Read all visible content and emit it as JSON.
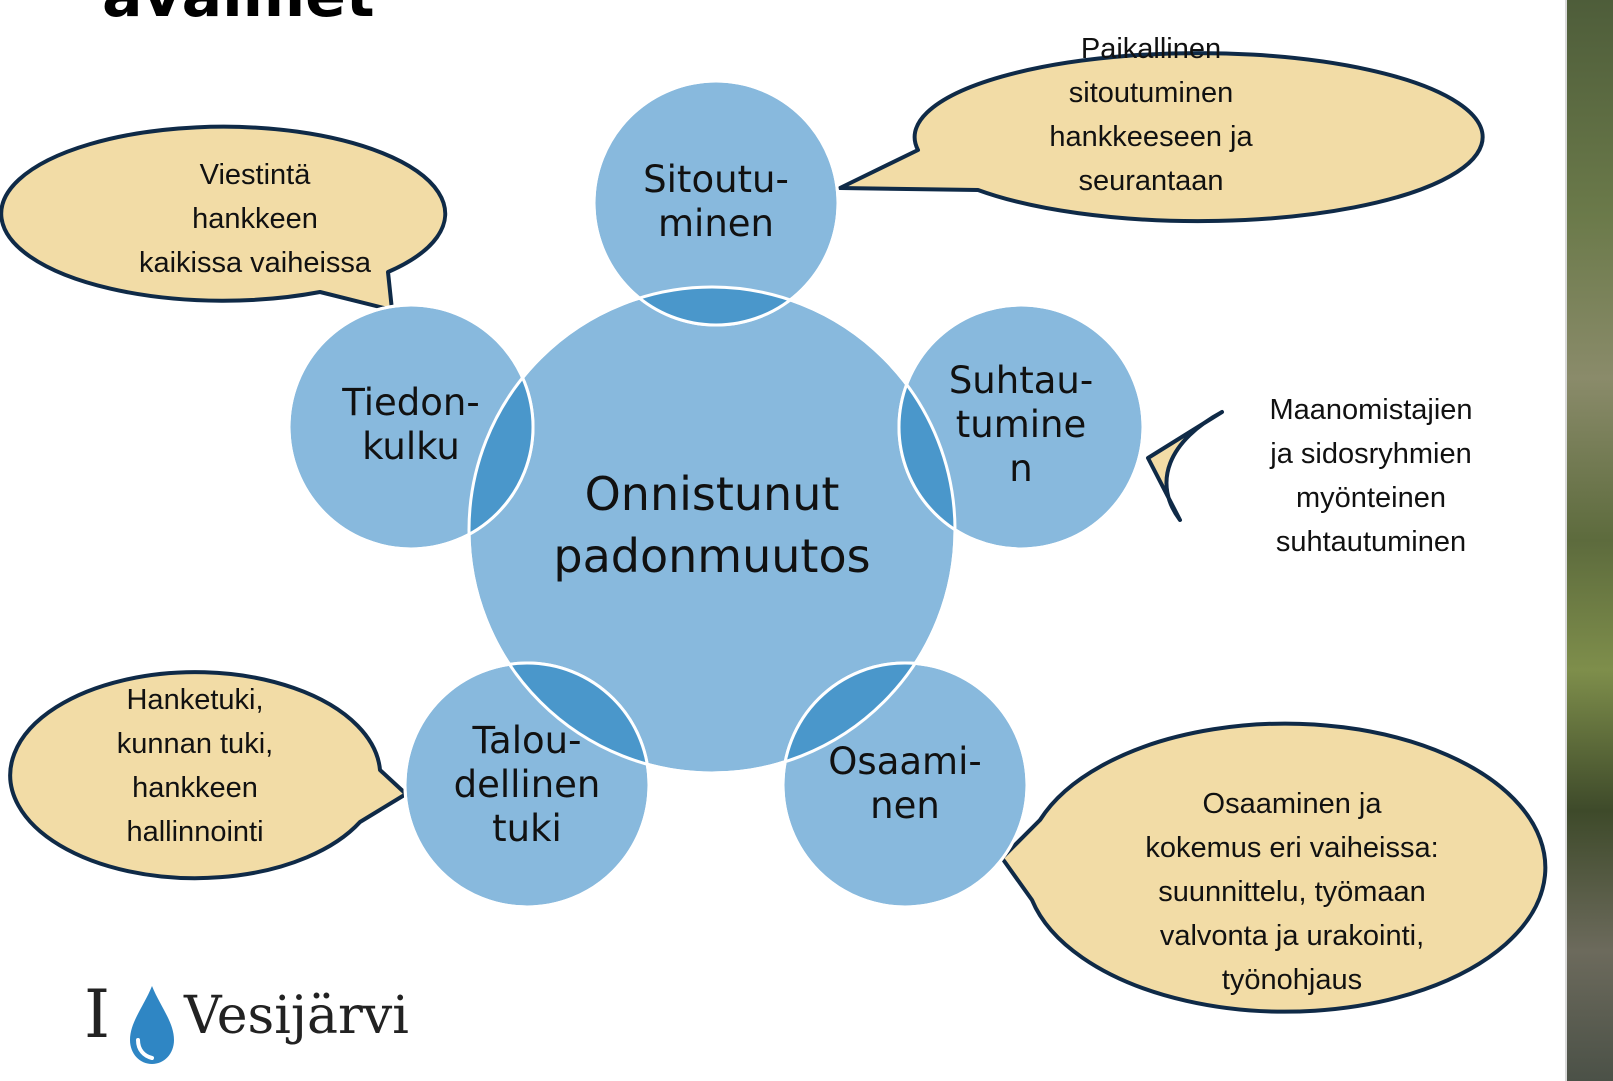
{
  "slide": {
    "title_fragment": "avaimet"
  },
  "diagram": {
    "center": {
      "label": "Onnistunut\npadonmuutos"
    },
    "satellites": [
      {
        "id": "sitoutuminen",
        "label": "Sitoutu-\nminen"
      },
      {
        "id": "suhtautuminen",
        "label": "Suhtau-\ntumine\nn"
      },
      {
        "id": "osaaminen",
        "label": "Osaami-\nnen"
      },
      {
        "id": "taloudellinen-tuki",
        "label": "Talou-\ndellinen\ntuki"
      },
      {
        "id": "tiedonkulku",
        "label": "Tiedon-\nkulku"
      }
    ],
    "callouts": [
      {
        "id": "sitoutuminen",
        "text": "Paikallinen\nsitoutuminen\nhankkeeseen ja\nseurantaan"
      },
      {
        "id": "suhtautuminen",
        "text": "Maanomistajien\nja sidosryhmien\nmyönteinen\nsuhtautuminen"
      },
      {
        "id": "osaaminen",
        "text": "Osaaminen ja\nkokemus eri vaiheissa:\nsuunnittelu, työmaan\nvalvonta ja urakointi,\ntyönohjaus"
      },
      {
        "id": "taloudellinen-tuki",
        "text": "Hanketuki,\nkunnan tuki,\nhankkeen\nhallinnointi"
      },
      {
        "id": "tiedonkulku",
        "text": "Viestintä\nhankkeen\nkaikissa vaiheissa"
      }
    ]
  },
  "logo": {
    "prefix": "I",
    "word": "Vesijärvi"
  },
  "colors": {
    "circle_fill": "#88b9dd",
    "circle_overlap": "#4a97cb",
    "circle_stroke": "#ffffff",
    "callout_fill": "#f2dca6",
    "callout_stroke": "#0f2a47",
    "logo_drop": "#2f86c4"
  }
}
